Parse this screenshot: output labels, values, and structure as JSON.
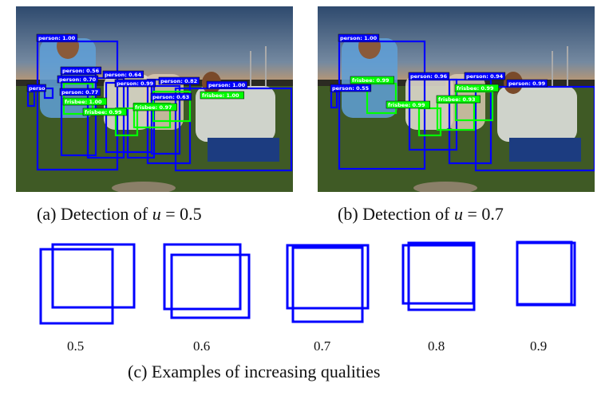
{
  "panels": [
    {
      "caption_prefix": "(a) Detection of ",
      "caption_var": "u",
      "caption_eq": " = 0.5",
      "detections": [
        "person: 1.00",
        "person: 0.56",
        "person: 0.64",
        "person: 0.70",
        "person: 0.82",
        "person: 0.99",
        "person: 1.00",
        "person: 0.63",
        "perso",
        "person: 0.77",
        "frisbee: 1.00",
        "frisbee: 0.97",
        "frisbee: 0.99",
        "frisbee: 1.00"
      ]
    },
    {
      "caption_prefix": "(b) Detection of ",
      "caption_var": "u",
      "caption_eq": " = 0.7",
      "detections": [
        "person: 1.00",
        "person: 0.55",
        "person: 0.96",
        "person: 0.94",
        "person: 0.99",
        "frisbee: 0.99",
        "frisbee: 0.93",
        "frisbee: 0.99",
        "frisbee: 0.99"
      ]
    }
  ],
  "qualities": [
    "0.5",
    "0.6",
    "0.7",
    "0.8",
    "0.9"
  ],
  "bottom_caption": "(c) Examples of increasing qualities",
  "colors": {
    "person_box": "#0000ff",
    "frisbee_box": "#00ff00",
    "label_bg": "#0000ff"
  }
}
